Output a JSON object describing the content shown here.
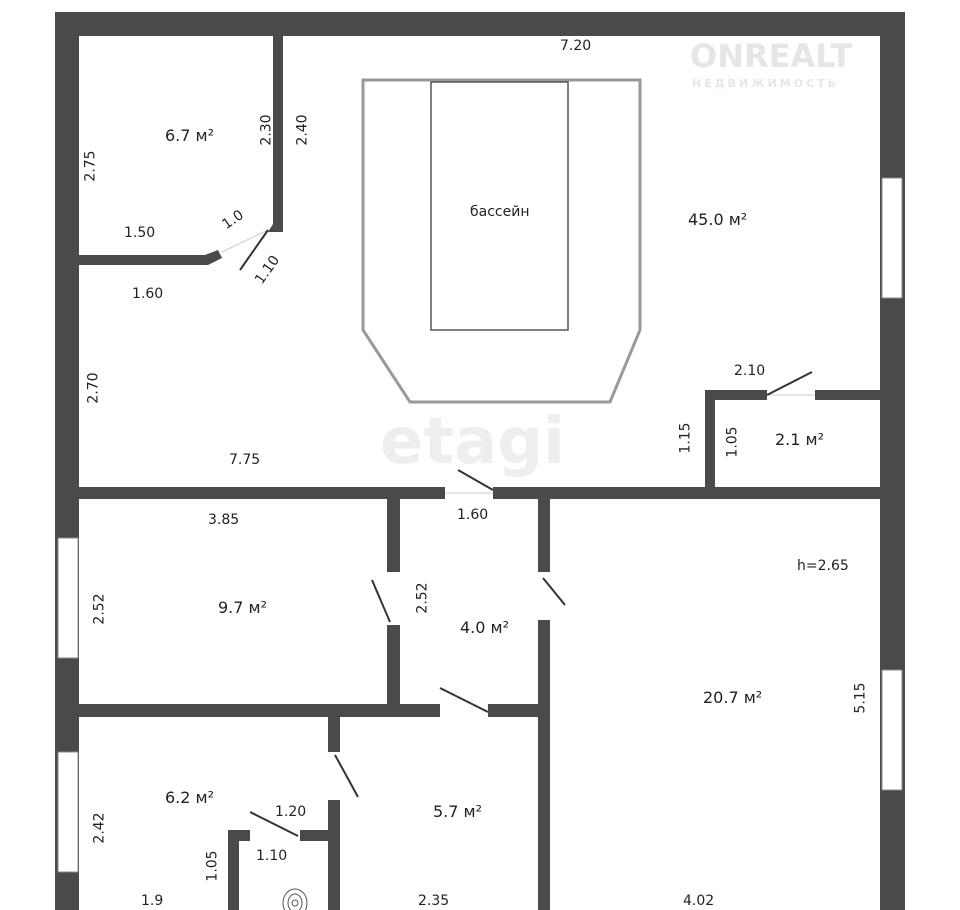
{
  "watermarks": {
    "onrealt": "ONREALT",
    "onrealt_sub": "НЕДВИЖИМОСТЬ",
    "etagi": "etagi"
  },
  "pool_label": "бассейн",
  "areas": {
    "room_top_left": "6.7 м²",
    "pool_hall": "45.0 м²",
    "small_room": "2.1 м²",
    "room_left": "9.7 м²",
    "hall": "4.0 м²",
    "big_room": "20.7 м²",
    "room_bottom_left": "6.2 м²",
    "room_bottom_mid": "5.7 м²"
  },
  "dimensions": {
    "d720": "7.20",
    "d230": "2.30",
    "d240": "2.40",
    "d275": "2.75",
    "d150": "1.50",
    "d10": "1.0",
    "d110a": "1.10",
    "d160a": "1.60",
    "d270": "2.70",
    "d775": "7.75",
    "d210": "2.10",
    "d115": "1.15",
    "d105a": "1.05",
    "d385": "3.85",
    "d160b": "1.60",
    "d252a": "2.52",
    "d252b": "2.52",
    "h": "h=2.65",
    "d515": "5.15",
    "d242": "2.42",
    "d120": "1.20",
    "d110b": "1.10",
    "d105b": "1.05",
    "d19": "1.9",
    "d235": "2.35",
    "d402": "4.02"
  }
}
